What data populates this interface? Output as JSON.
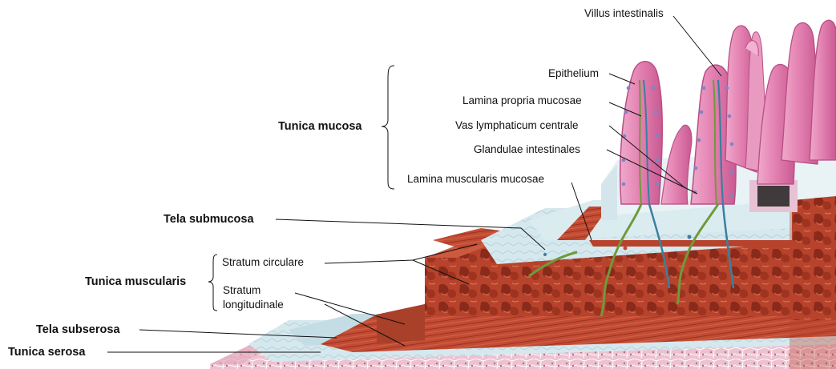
{
  "labels": {
    "villus_intestinalis": "Villus intestinalis",
    "epithelium": "Epithelium",
    "lamina_propria_mucosae": "Lamina propria mucosae",
    "vas_lymphaticum_centrale": "Vas lymphaticum centrale",
    "glandulae_intestinales": "Glandulae intestinales",
    "lamina_muscularis_mucosae": "Lamina muscularis mucosae",
    "tunica_mucosa": "Tunica mucosa",
    "tela_submucosa": "Tela submucosa",
    "stratum_circulare": "Stratum circulare",
    "stratum_longitudinale_line1": "Stratum",
    "stratum_longitudinale_line2": "longitudinale",
    "tunica_muscularis": "Tunica muscularis",
    "tela_subserosa": "Tela subserosa",
    "tunica_serosa": "Tunica serosa"
  },
  "colors": {
    "villus": "#e58ab8",
    "villus_light": "#f4b8d5",
    "epithelial_nuclei": "#7a86c8",
    "submucosa": "#cfe4ea",
    "submucosa_edge": "#8fb9c4",
    "muscle": "#b8432c",
    "muscle_dark": "#8a2a1a",
    "muscle_light": "#d8684a",
    "vessel_green": "#6f9a3a",
    "vessel_blue": "#3a7fa0",
    "serosa": "#e8b7c7",
    "leader_line": "#111111"
  }
}
